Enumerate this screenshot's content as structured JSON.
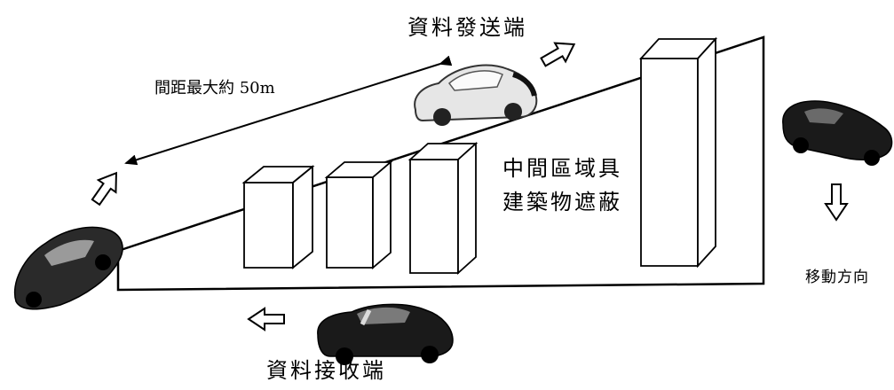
{
  "labels": {
    "sender": "資料發送端",
    "distance": "間距最大約 50m",
    "obstruction_line1": "中間區域具",
    "obstruction_line2": "建築物遮蔽",
    "movement": "移動方向",
    "receiver": "資料接收端"
  },
  "icons": {
    "car": "car-icon",
    "arrow": "hollow-arrow-icon",
    "building": "building-block"
  },
  "colors": {
    "ink": "#000000",
    "paper": "#ffffff",
    "car_light": "#e6e6e6",
    "car_dark": "#1a1a1a"
  }
}
